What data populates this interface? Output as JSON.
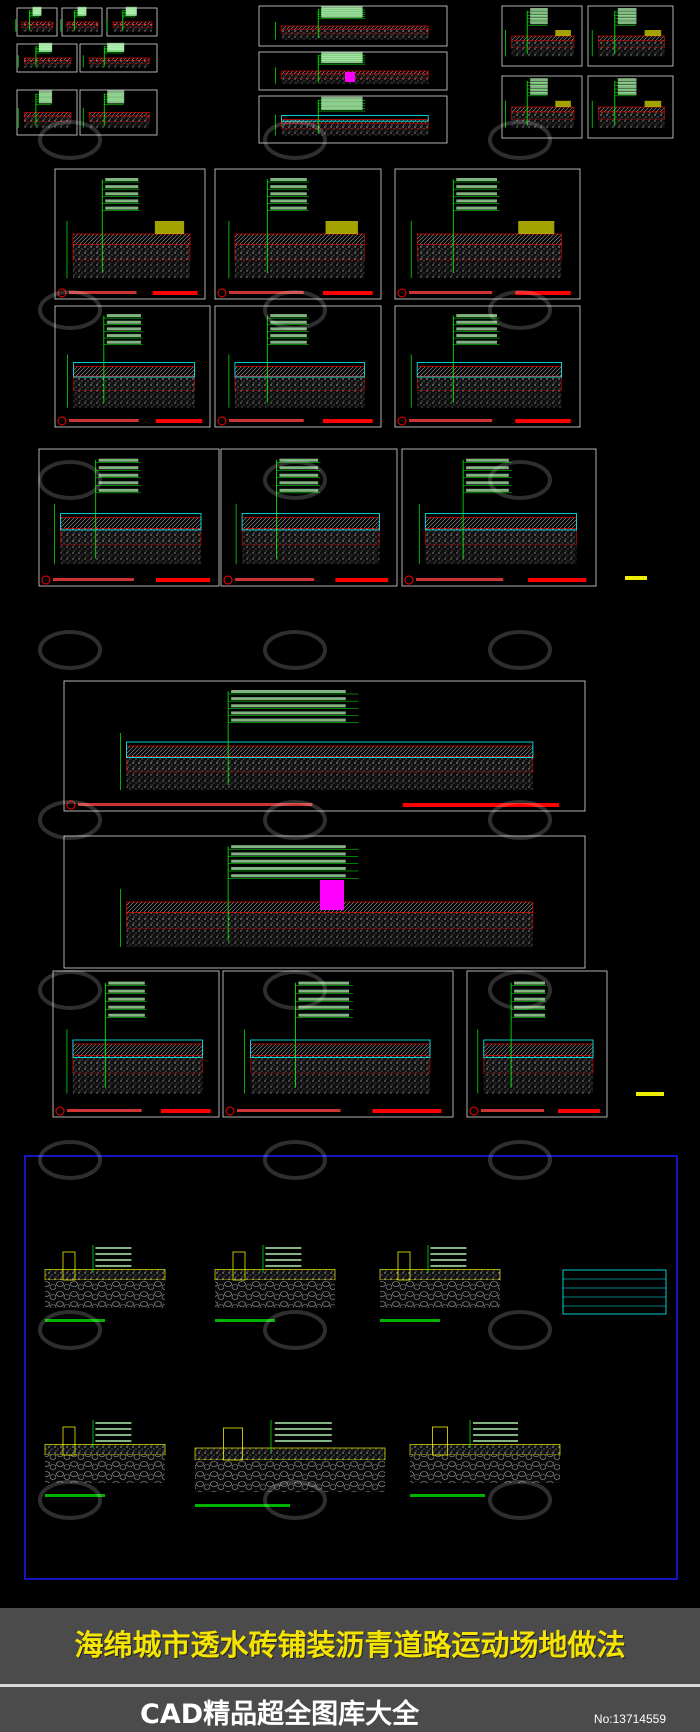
{
  "banner": {
    "title": "海绵城市透水砖铺装沥青道路运动场地做法",
    "subtitle": "CAD精品超全图库大全",
    "number": "No:13714559"
  },
  "colors": {
    "background": "#000000",
    "line": "#00ff00",
    "accent": "#ff0000",
    "frame": "#1a1aff",
    "title": "#f5e400"
  }
}
